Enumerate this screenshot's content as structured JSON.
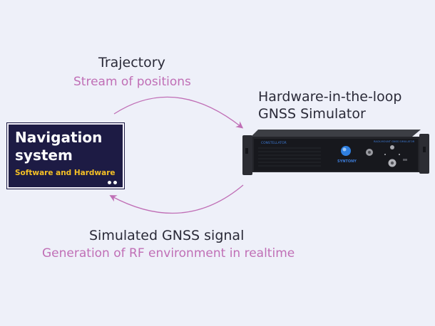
{
  "trajectory": {
    "title": "Trajectory",
    "subtitle": "Stream of positions"
  },
  "simulator": {
    "title_line1": "Hardware-in-the-loop",
    "title_line2": "GNSS Simulator",
    "panel_text_left": "CONSTELLATOR",
    "panel_text_right": "RACK-MOUNT GNSS SIMULATOR",
    "brand": "SYNTONY"
  },
  "navigation": {
    "title_line1": "Navigation",
    "title_line2": "system",
    "subtitle": "Software and Hardware"
  },
  "signal": {
    "title": "Simulated GNSS signal",
    "subtitle": "Generation of RF environment in realtime"
  },
  "colors": {
    "background": "#eef0f9",
    "arrow": "#c06fb6",
    "nav_box": "#1d1b44",
    "nav_subtitle": "#f5c025"
  }
}
